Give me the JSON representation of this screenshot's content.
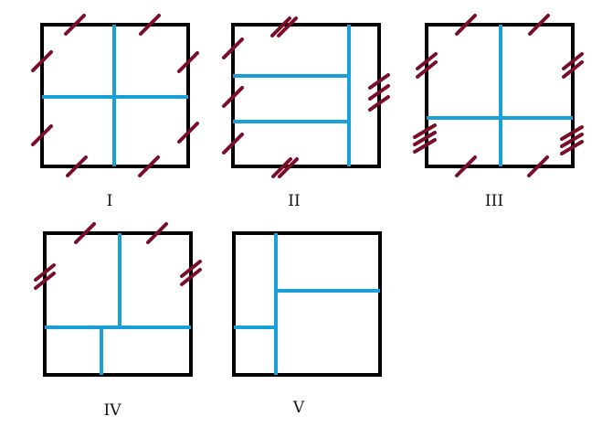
{
  "colors": {
    "outline": "#000000",
    "division": "#1aa0d8",
    "tick": "#7a0e2a"
  },
  "figures": [
    {
      "id": "I",
      "label": "I"
    },
    {
      "id": "II",
      "label": "II"
    },
    {
      "id": "III",
      "label": "III"
    },
    {
      "id": "IV",
      "label": "IV"
    },
    {
      "id": "V",
      "label": "V"
    }
  ]
}
